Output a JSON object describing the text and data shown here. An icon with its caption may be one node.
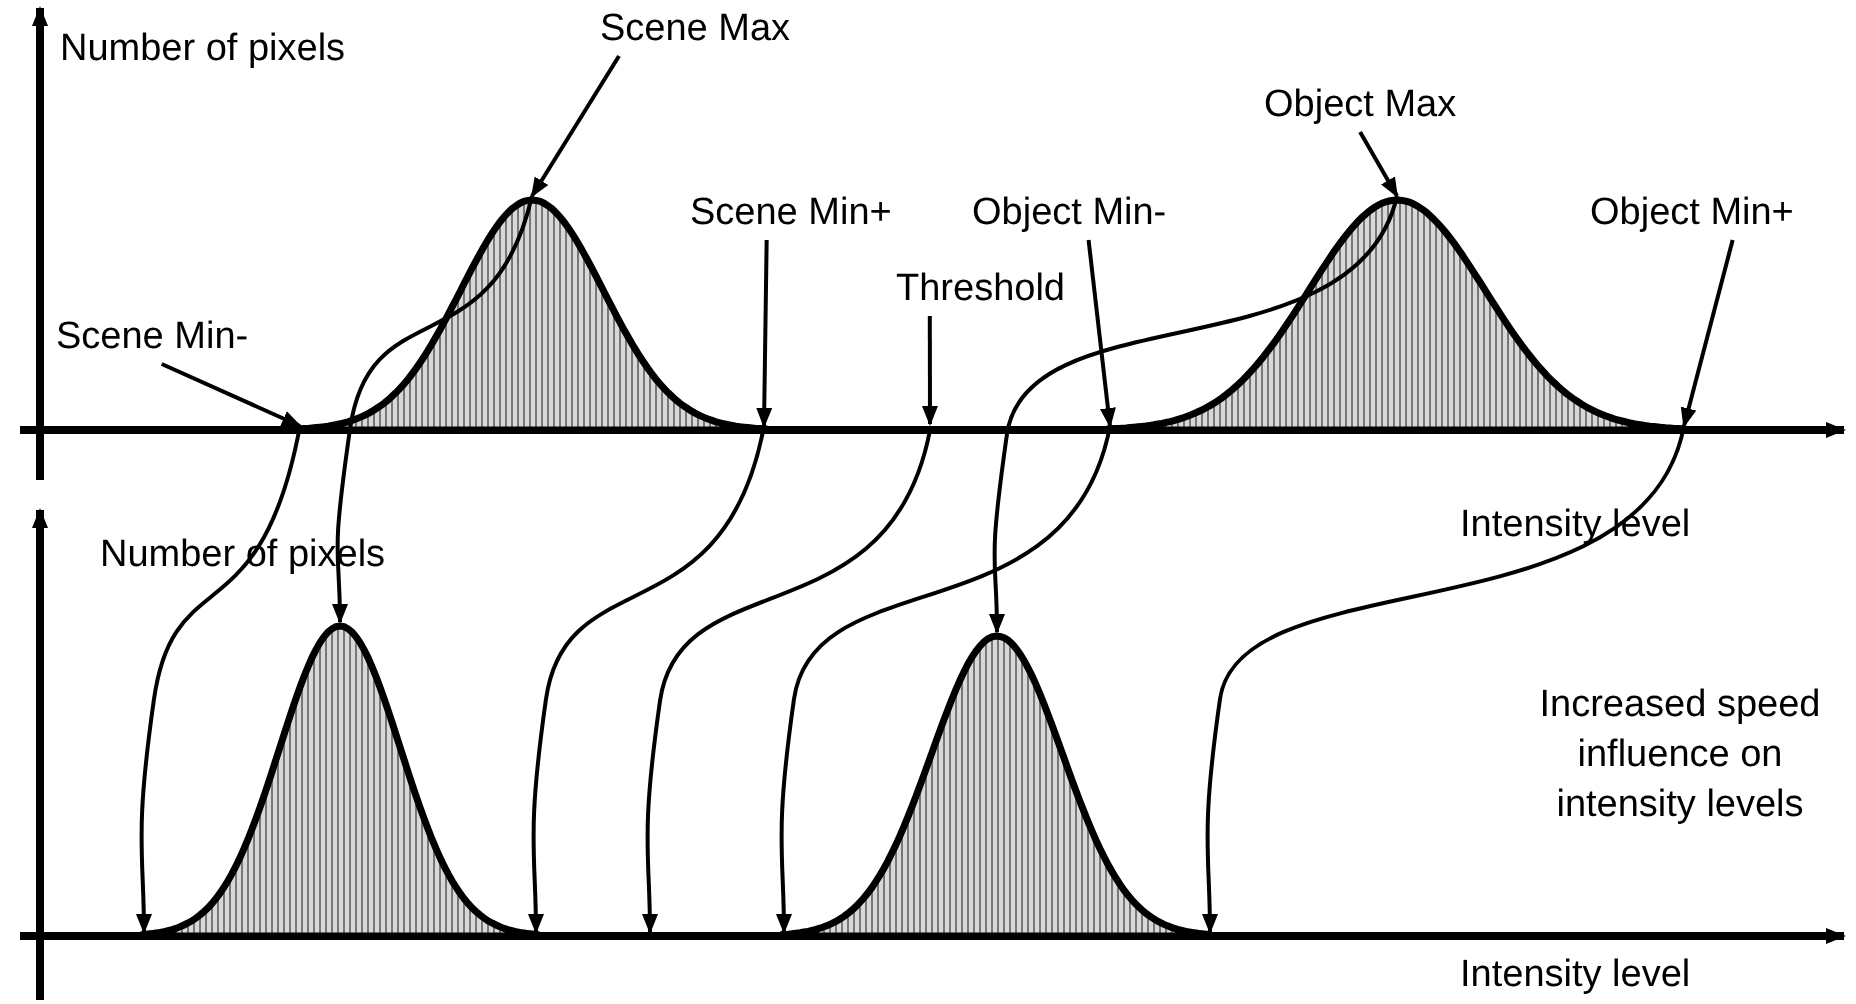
{
  "diagram": {
    "nodes": [
      {
        "text": [
          "Scene Min-"
        ]
      },
      {
        "text": [
          "Scene Max"
        ]
      },
      {
        "text": [
          "Scene Min+"
        ]
      },
      {
        "text": [
          "Threshold"
        ]
      },
      {
        "text": [
          "Object Min-"
        ]
      },
      {
        "text": [
          "Object Max"
        ]
      },
      {
        "text": [
          "Object Min+"
        ]
      },
      {
        "text": [],
        "shape": "picture"
      },
      {
        "text": [],
        "shape": "picture"
      },
      {
        "text": [],
        "shape": "picture"
      },
      {
        "text": [],
        "shape": "picture"
      }
    ],
    "edges": [
      {
        "from": 0,
        "to": 7,
        "arrow": "to"
      },
      {
        "from": 1,
        "to": 7,
        "arrow": "to"
      },
      {
        "from": 2,
        "to": 7,
        "arrow": "to"
      },
      {
        "from": 3,
        "to": null,
        "arrow": "to"
      },
      {
        "from": 4,
        "to": 8,
        "arrow": "to"
      },
      {
        "from": 5,
        "to": 8,
        "arrow": "to"
      },
      {
        "from": 6,
        "to": 8,
        "arrow": "to"
      },
      {
        "from": 7,
        "to": 9,
        "arrow": "to"
      },
      {
        "from": 7,
        "to": 9,
        "arrow": "to"
      },
      {
        "from": 7,
        "to": 9,
        "arrow": "to"
      },
      {
        "from": 8,
        "to": 10,
        "arrow": "to"
      },
      {
        "from": 8,
        "to": 10,
        "arrow": "to"
      },
      {
        "from": 8,
        "to": 10,
        "arrow": "to"
      }
    ],
    "labels": [
      "Number of pixels",
      "Intensity level",
      "Number of pixels",
      "Increased speed influence on intensity levels",
      "Intensity level"
    ]
  }
}
